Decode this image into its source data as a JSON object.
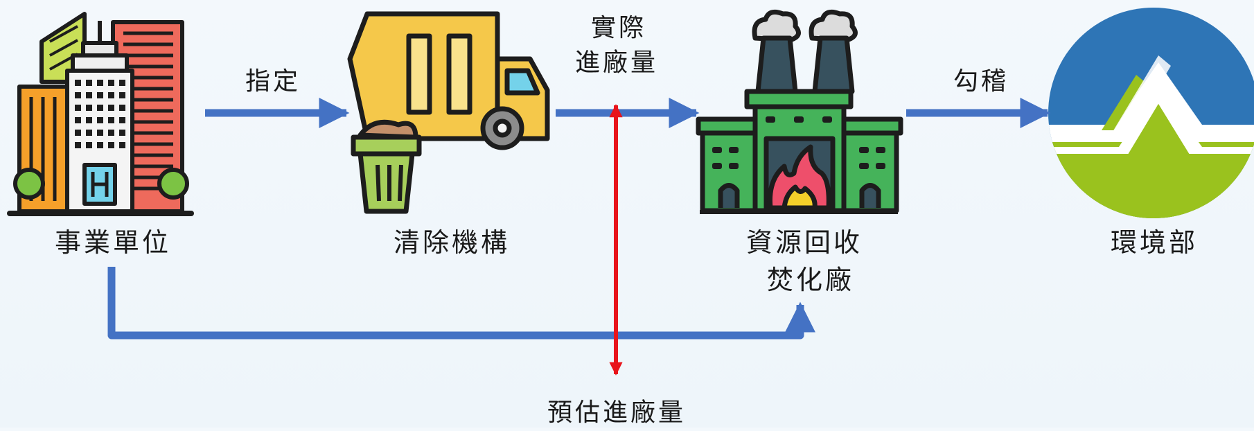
{
  "nodes": {
    "business": "事業單位",
    "cleaner": "清除機構",
    "plant_line1": "資源回收",
    "plant_line2": "焚化廠",
    "ministry": "環境部"
  },
  "edges": {
    "assign": "指定",
    "actual_line1": "實際",
    "actual_line2": "進廠量",
    "report": "勾稽",
    "estimated": "預估進廠量"
  },
  "colors": {
    "flow_arrow": "#4472c4",
    "compare_arrow": "#e8141b",
    "logo_blue": "#2e75b6",
    "logo_green": "#9ac21e"
  }
}
